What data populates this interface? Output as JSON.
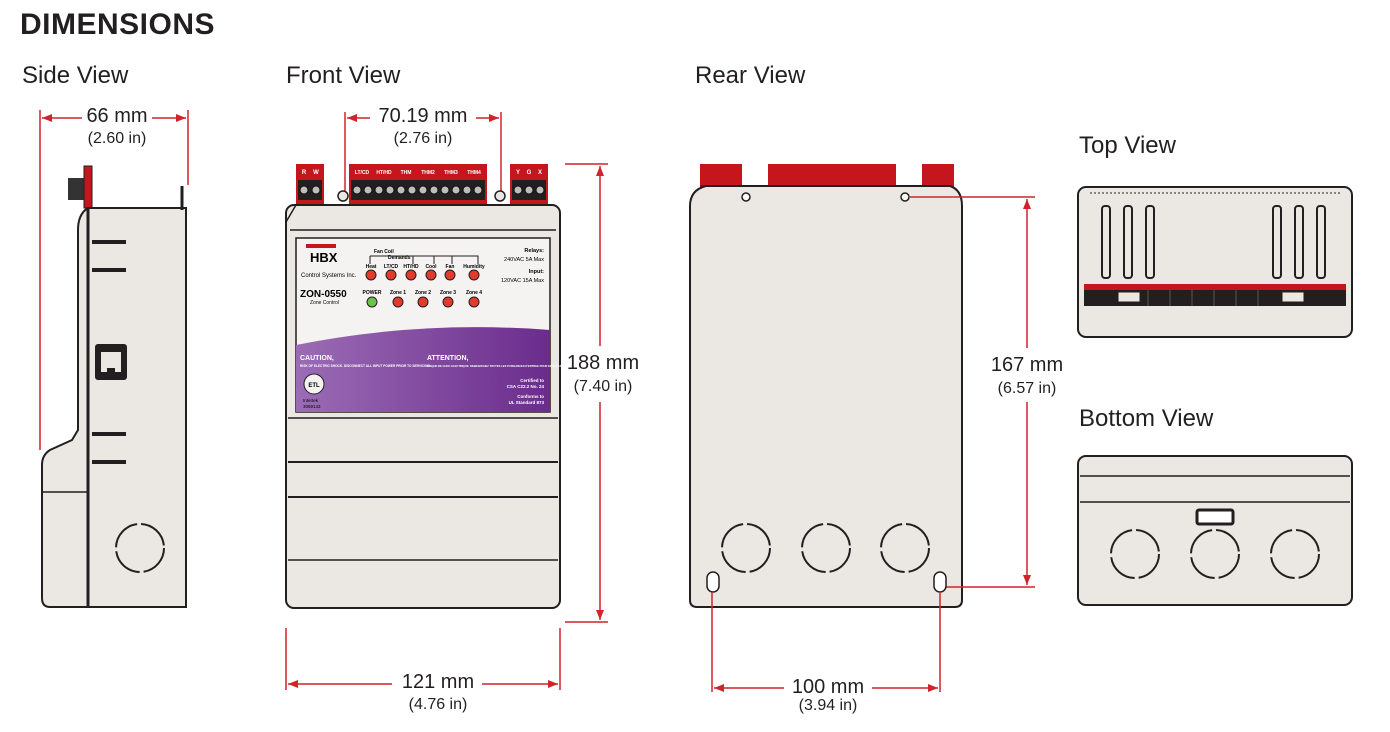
{
  "page_title": "DIMENSIONS",
  "views": {
    "side": "Side View",
    "front": "Front View",
    "rear": "Rear View",
    "top": "Top View",
    "bottom": "Bottom View"
  },
  "dimensions": {
    "side_width": {
      "mm": "66 mm",
      "in": "(2.60 in)"
    },
    "front_top_width": {
      "mm": "70.19 mm",
      "in": "(2.76 in)"
    },
    "front_height": {
      "mm": "188 mm",
      "in": "(7.40 in)"
    },
    "front_width": {
      "mm": "121 mm",
      "in": "(4.76 in)"
    },
    "rear_height": {
      "mm": "167 mm",
      "in": "(6.57 in)"
    },
    "rear_width": {
      "mm": "100 mm",
      "in": "(3.94 in)"
    }
  },
  "device_label": {
    "terminals_left": [
      "R",
      "W"
    ],
    "terminals_mid": [
      "LT/CD",
      "HT/HD",
      "THM",
      "THM2",
      "THM3",
      "THM4"
    ],
    "terminals_right": [
      "Y",
      "G",
      "X"
    ],
    "brand": "HBX",
    "brand_sub": "Control Systems Inc.",
    "model": "ZON-0550",
    "model_sub": "Zone Control",
    "fan_coil": "Fan Coil",
    "demands": "Demands",
    "led_row1": [
      "Heat",
      "LT/CD",
      "HT/HD",
      "Cool",
      "Fan",
      "Humidity"
    ],
    "led_row2": [
      "POWER",
      "Zone 1",
      "Zone 2",
      "Zone 3",
      "Zone 4"
    ],
    "relays": "Relays:",
    "relays_val": "240VAC 5A Max",
    "input": "Input:",
    "input_val": "120VAC 15A Max",
    "caution": "CAUTION,",
    "caution_text": "RISK OF ELECTRIC SHOCK. DISCONNECT ALL INPUT POWER PRIOR TO SERVICING",
    "attention": "ATTENTION,",
    "attention_text": "RISQUE DE CHOC ELECTRIQUE. DEBRANCHEZ TOUTES LES PUISSANCES D'ENTREE POUR EFFECTUER UNE REPARATION",
    "cert1": "Certified to",
    "cert1b": "CSA C22.2 No. 24",
    "cert2": "Conforms to",
    "cert2b": "UL Standard 873",
    "etl": "ETL",
    "intertek": "Intertek",
    "intertek_num": "3069143"
  },
  "colors": {
    "dimension_red": "#d1232a",
    "housing": "#ebe7e3",
    "outline": "#231f20",
    "terminal_red": "#c4161c",
    "label_purple": "#7b3f98",
    "led_red": "#e23b2e",
    "led_green": "#6cc24a"
  }
}
